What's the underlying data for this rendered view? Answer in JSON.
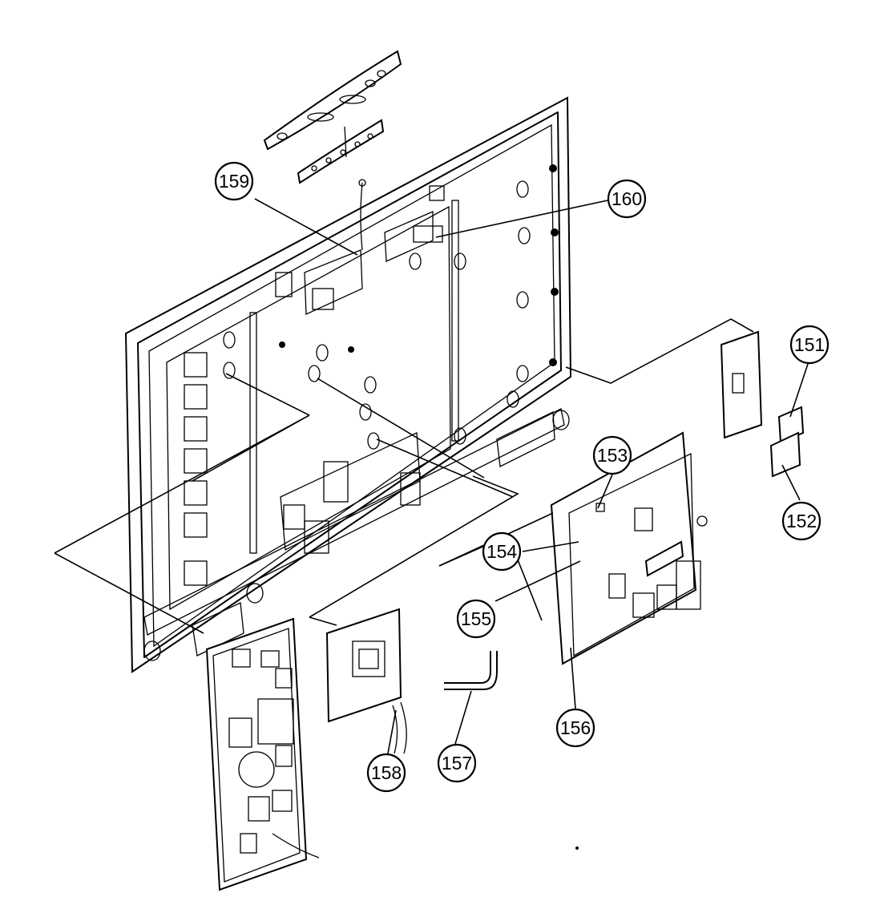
{
  "callouts": [
    {
      "id": "151",
      "label": "151"
    },
    {
      "id": "152",
      "label": "152"
    },
    {
      "id": "153",
      "label": "153"
    },
    {
      "id": "154",
      "label": "154"
    },
    {
      "id": "155",
      "label": "155"
    },
    {
      "id": "156",
      "label": "156"
    },
    {
      "id": "157",
      "label": "157"
    },
    {
      "id": "158",
      "label": "158"
    },
    {
      "id": "159",
      "label": "159"
    },
    {
      "id": "160",
      "label": "160"
    }
  ]
}
